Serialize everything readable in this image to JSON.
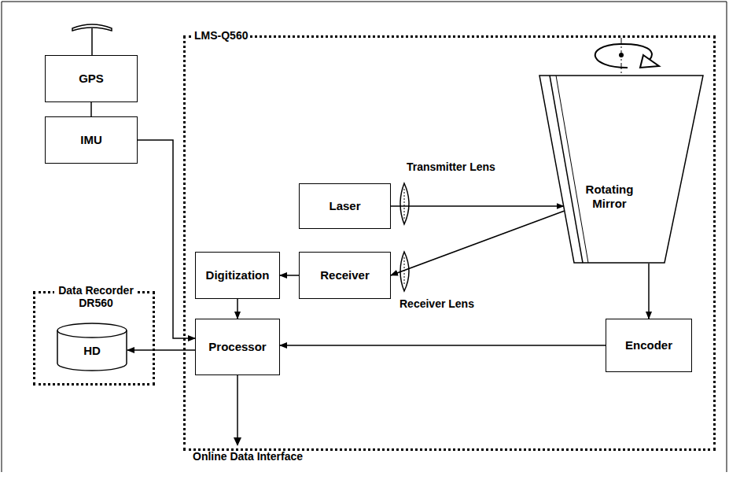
{
  "diagram": {
    "nodes": [
      {
        "text": [
          "GPS"
        ]
      },
      {
        "text": [
          "IMU"
        ]
      },
      {
        "text": [
          "LMS-Q560"
        ]
      },
      {
        "text": [
          "Laser"
        ],
        "in": 2
      },
      {
        "text": [
          "Rotating Mirror"
        ],
        "in": 2
      },
      {
        "text": [
          "Digitization"
        ],
        "in": 2
      },
      {
        "text": [
          "Receiver"
        ],
        "in": 2
      },
      {
        "text": [
          "Data Recorder DR560"
        ]
      },
      {
        "text": [
          "HD"
        ],
        "in": 7
      },
      {
        "text": [
          "Processor"
        ],
        "in": 2
      },
      {
        "text": [
          "Encoder"
        ],
        "in": 2
      }
    ],
    "edges": [
      {
        "from": 0,
        "to": 1,
        "arrow": "none"
      },
      {
        "from": 1,
        "to": 9,
        "arrow": "to"
      },
      {
        "from": 3,
        "to": 4,
        "arrow": "to"
      },
      {
        "from": 4,
        "to": 6,
        "arrow": "to"
      },
      {
        "from": 6,
        "to": 5,
        "arrow": "to"
      },
      {
        "from": 5,
        "to": 9,
        "arrow": "to"
      },
      {
        "from": 9,
        "to": 8,
        "arrow": "to"
      },
      {
        "from": 4,
        "to": 10,
        "arrow": "to"
      },
      {
        "from": 10,
        "to": 9,
        "arrow": "to"
      }
    ],
    "labels": [
      "Transmitter Lens",
      "Receiver Lens",
      "Online Data Interface"
    ]
  }
}
